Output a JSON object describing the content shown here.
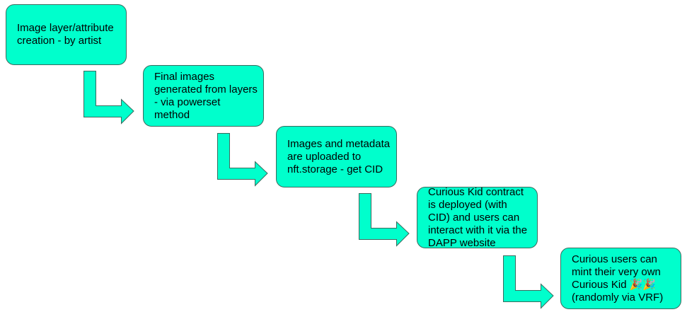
{
  "diagram": {
    "steps": [
      {
        "text": "Image layer/attribute creation - by artist"
      },
      {
        "text": "Final images generated from layers - via powerset method"
      },
      {
        "text": "Images and metadata are uploaded to nft.storage - get CID"
      },
      {
        "text": "Curious Kid contract is deployed (with CID) and users can interact with it via the DAPP website"
      },
      {
        "text": "Curious users can mint their very own Curious Kid 🎉🎉 (randomly via VRF)"
      }
    ],
    "colors": {
      "box_fill": "#00ffcc",
      "box_border": "#3a6a5e",
      "arrow_fill": "#00ffcc",
      "text": "#000000"
    },
    "connector_icon": "bent-right-arrow"
  }
}
